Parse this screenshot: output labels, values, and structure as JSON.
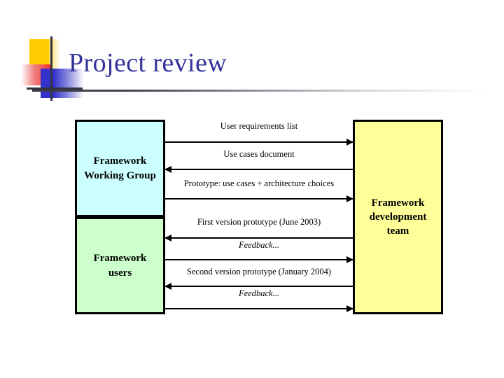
{
  "slide": {
    "title": "Project review",
    "title_color": "#333399",
    "decoration": {
      "yellow": "#FFCC00",
      "red": "#EE3333",
      "blue": "#3333CC",
      "crosshair": "#333340"
    }
  },
  "diagram": {
    "type": "sequence-interaction",
    "actors": [
      {
        "id": "working-group",
        "label": "Framework\nWorking Group",
        "label_line1": "Framework",
        "label_line2": "Working Group",
        "fill": "#CCFFFF"
      },
      {
        "id": "users",
        "label": "Framework users",
        "label_line1": "Framework",
        "label_line2": "users",
        "fill": "#CCFFCC"
      },
      {
        "id": "dev-team",
        "label": "Framework development team",
        "label_line1": "Framework",
        "label_line2": "development",
        "label_line3": "team",
        "fill": "#FFFF99"
      }
    ],
    "messages": [
      {
        "label": "User requirements list",
        "direction": "right",
        "from": "working-group",
        "to": "dev-team",
        "italic": false
      },
      {
        "label": "Use cases document",
        "direction": "left",
        "from": "dev-team",
        "to": "working-group",
        "italic": false
      },
      {
        "label": "Prototype: use cases + architecture choices",
        "direction": "right",
        "from": "working-group",
        "to": "dev-team",
        "italic": false
      },
      {
        "label": "First version prototype (June 2003)",
        "direction": "left",
        "from": "dev-team",
        "to": "users",
        "italic": false
      },
      {
        "label": "Feedback...",
        "direction": "right",
        "from": "users",
        "to": "dev-team",
        "italic": true
      },
      {
        "label": "Second version prototype (January 2004)",
        "direction": "left",
        "from": "dev-team",
        "to": "users",
        "italic": false
      },
      {
        "label": "Feedback...",
        "direction": "right",
        "from": "users",
        "to": "dev-team",
        "italic": true
      }
    ]
  }
}
